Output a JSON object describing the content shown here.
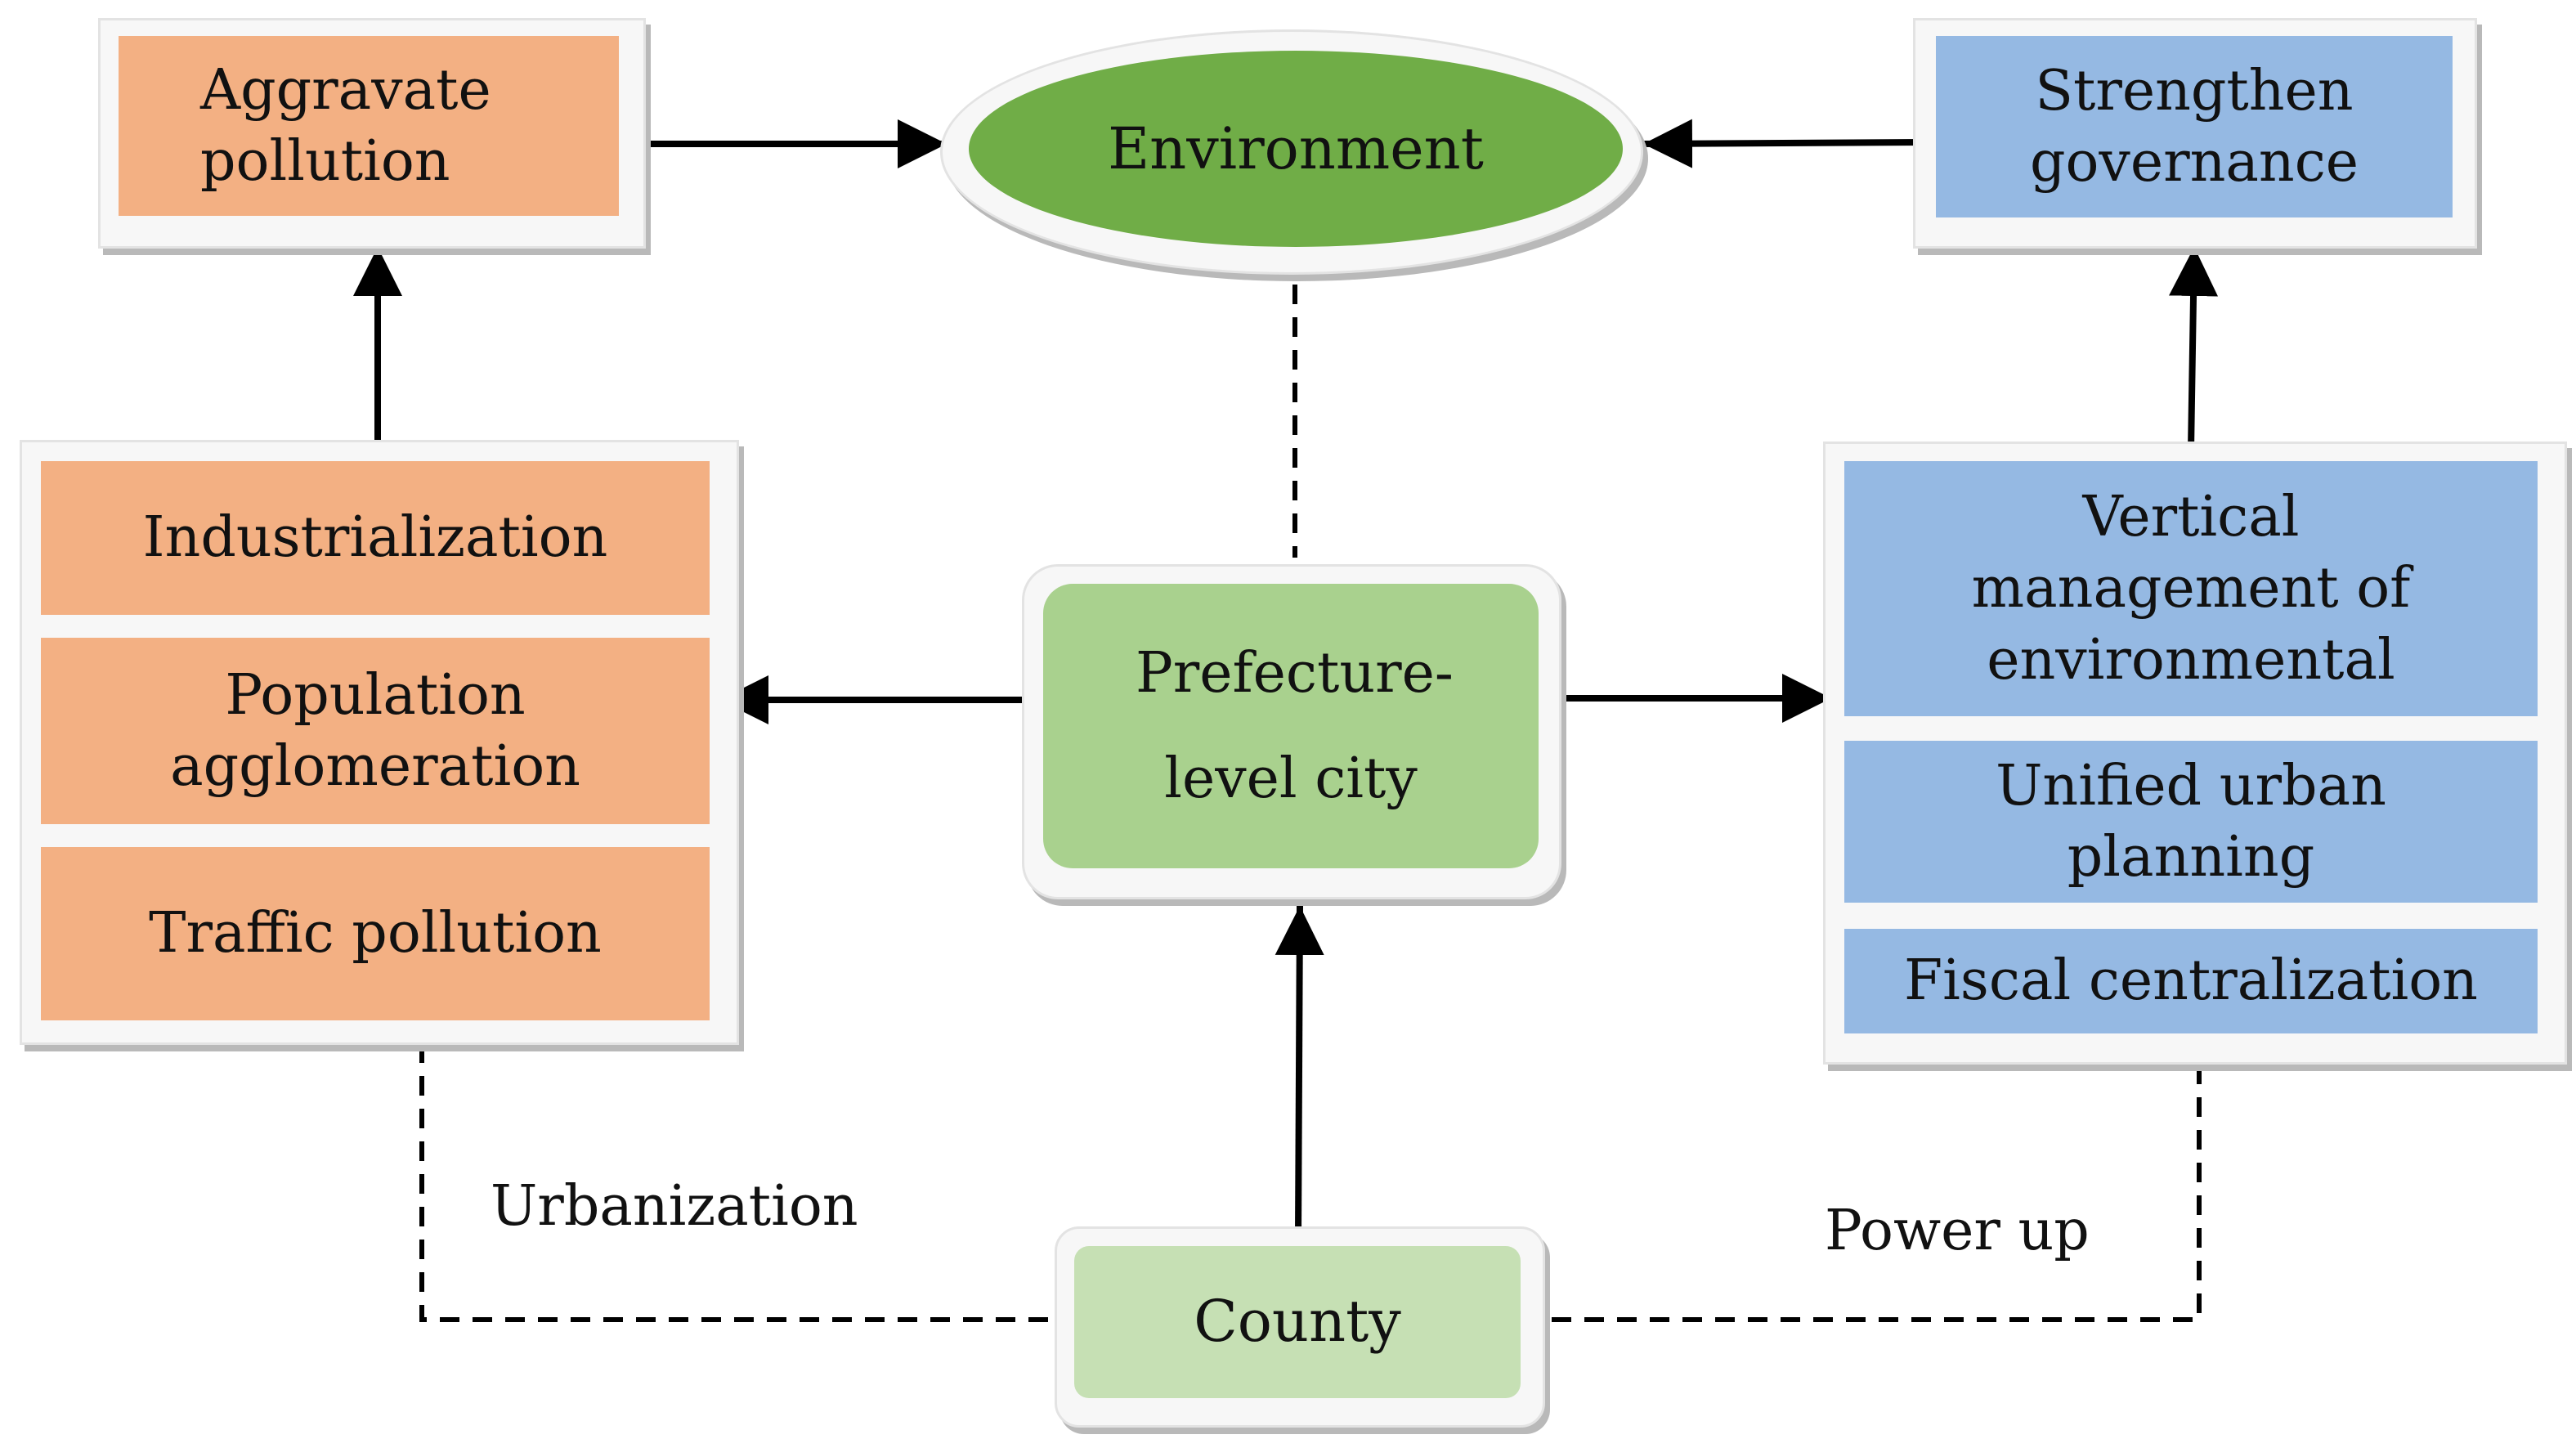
{
  "diagram": {
    "aggravate_pollution": "Aggravate pollution",
    "environment": "Environment",
    "strengthen_governance": "Strengthen governance",
    "left_stack": [
      "Industrialization",
      "Population agglomeration",
      "Traffic pollution"
    ],
    "prefecture_city": "Prefecture-level city",
    "right_stack": [
      "Vertical management of environmental",
      "Unified urban planning",
      "Fiscal centralization"
    ],
    "county": "County",
    "urbanization": "Urbanization",
    "power_up": "Power up"
  },
  "colors": {
    "orange": "#f3b083",
    "blue": "#95b9e3",
    "green_dark": "#70ad47",
    "green_light": "#a9d18e",
    "green_pale": "#c6e0b4"
  }
}
